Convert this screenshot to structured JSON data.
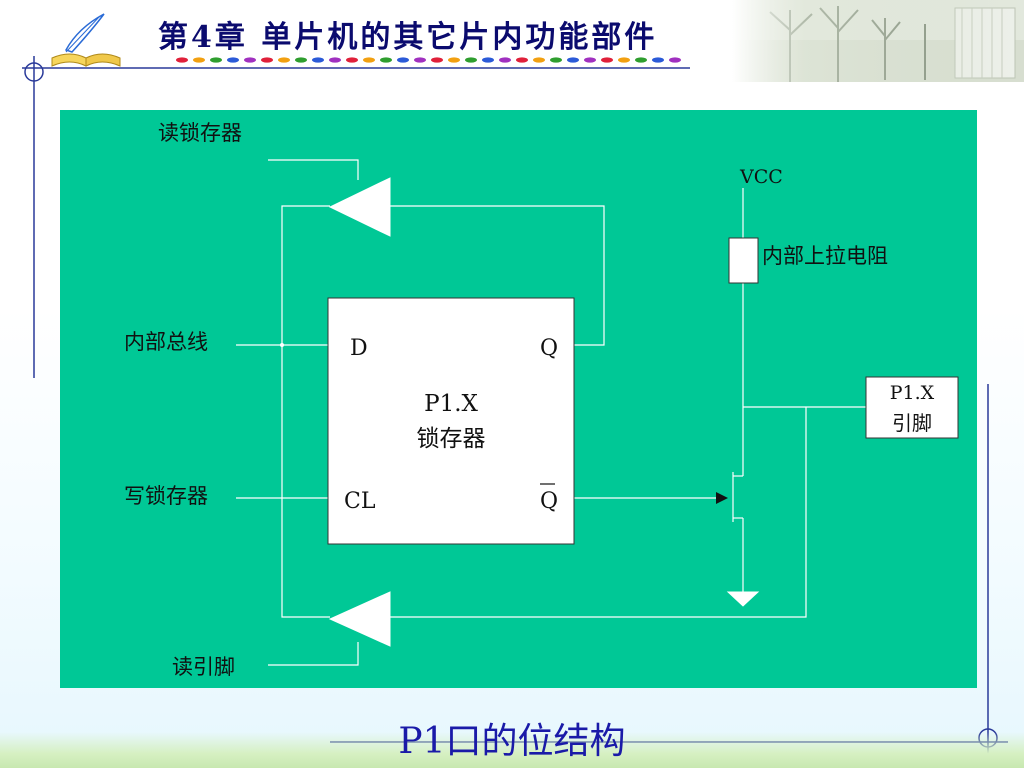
{
  "header": {
    "title": "第4章  单片机的其它片内功能部件",
    "dot_colors": [
      "#e0203a",
      "#f2a011",
      "#2f9e2f",
      "#2b5ad8",
      "#a030c0"
    ]
  },
  "diagram": {
    "background_color": "#00c896",
    "labels": {
      "read_latch": "读锁存器",
      "internal_bus": "内部总线",
      "write_latch": "写锁存器",
      "read_pin": "读引脚",
      "vcc": "VCC",
      "pullup": "内部上拉电阻",
      "pin_line1": "P1.X",
      "pin_line2": "引脚"
    },
    "latch": {
      "name_line1": "P1.X",
      "name_line2": "锁存器",
      "port_d": "D",
      "port_q": "Q",
      "port_cl": "CL",
      "port_qbar": "Q"
    }
  },
  "footer": {
    "title": "P1口的位结构"
  }
}
